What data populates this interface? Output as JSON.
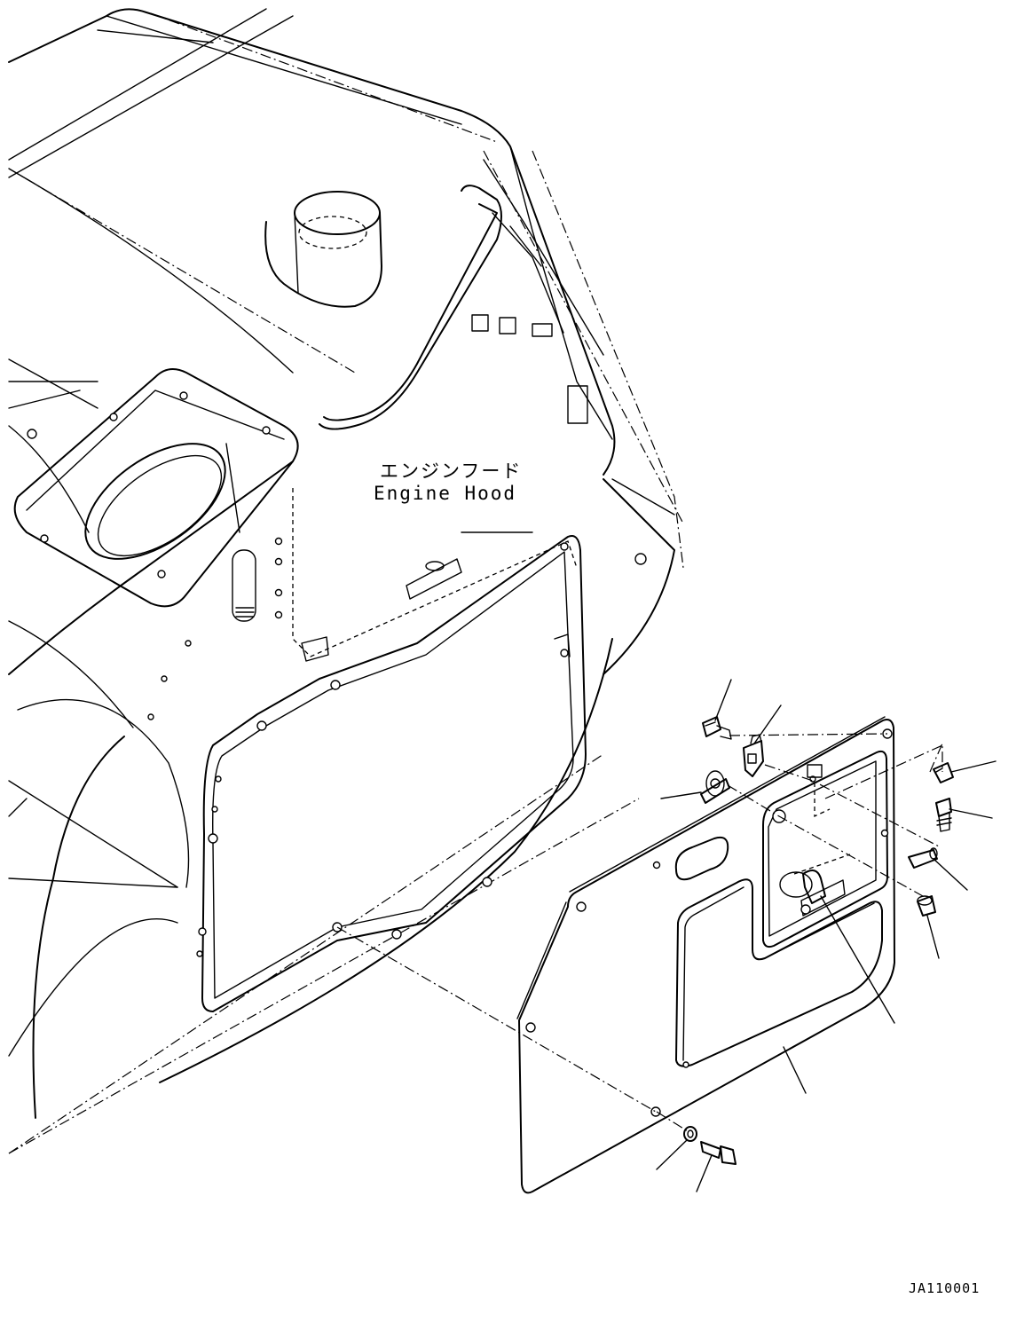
{
  "labels": {
    "part_name_ja": "エンジンフード",
    "part_name_en": "Engine Hood"
  },
  "drawing_code": "JA110001"
}
